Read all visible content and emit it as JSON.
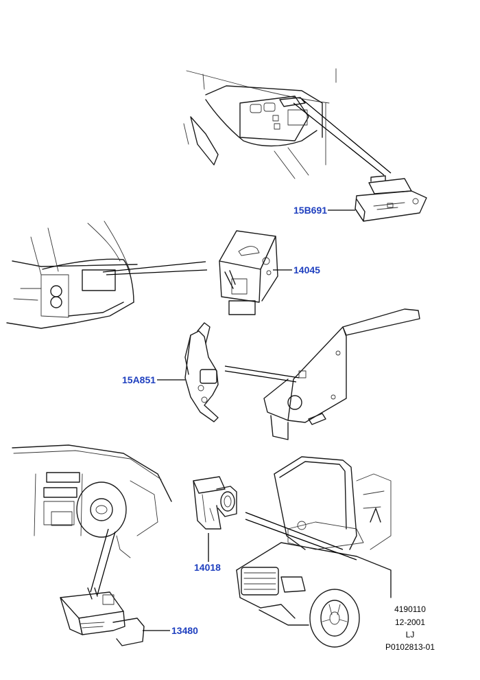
{
  "callouts": {
    "p15B691": "15B691",
    "p14045": "14045",
    "p15A851": "15A851",
    "p14018": "14018",
    "p13480": "13480"
  },
  "reference": {
    "code": "4190110",
    "date": "12-2001",
    "initials": "LJ",
    "drawing_no": "P0102813-01"
  },
  "colors": {
    "callout": "#1e3fbf",
    "lines": "#1a1a1a"
  }
}
